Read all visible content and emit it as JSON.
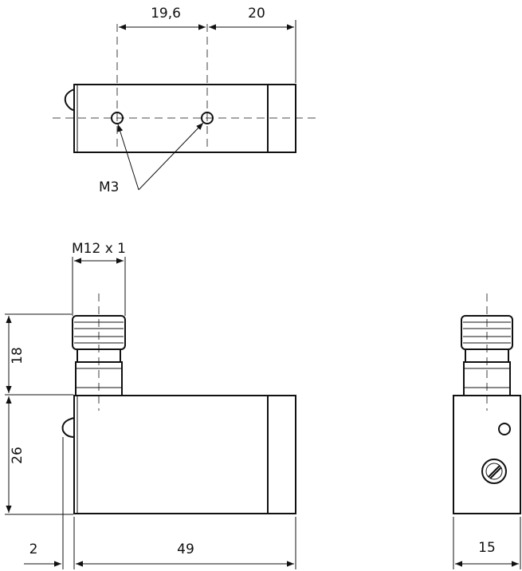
{
  "drawing": {
    "top_view": {
      "dim_hole_spacing": "19,6",
      "dim_hole_to_end": "20",
      "thread_callout": "M3"
    },
    "front_view": {
      "connector_thread": "M12 x 1",
      "dim_connector_height": "18",
      "dim_body_height": "26",
      "dim_offset": "2",
      "dim_body_length": "49"
    },
    "side_view": {
      "dim_width": "15"
    }
  }
}
